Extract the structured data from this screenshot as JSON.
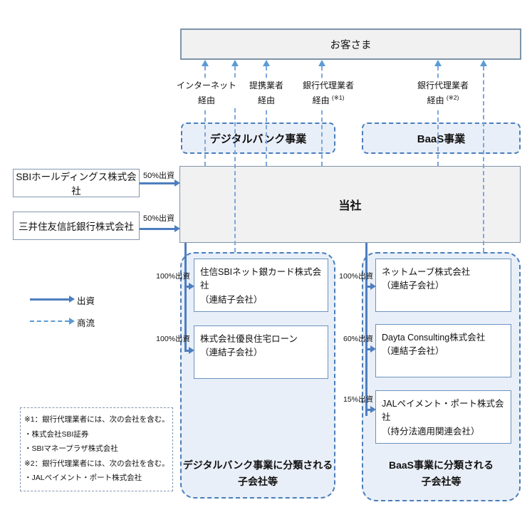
{
  "customer_label": "お客さま",
  "company_label": "当社",
  "channels": [
    {
      "line1": "インターネット",
      "line2": "経由",
      "sup": ""
    },
    {
      "line1": "提携業者",
      "line2": "経由",
      "sup": ""
    },
    {
      "line1": "銀行代理業者",
      "line2": "経由",
      "sup": "(※1)"
    },
    {
      "line1": "銀行代理業者",
      "line2": "経由",
      "sup": "(※2)"
    }
  ],
  "business_units": [
    {
      "label": "デジタルバンク事業"
    },
    {
      "label": "BaaS事業"
    }
  ],
  "shareholders": [
    {
      "name": "SBIホールディングス株式会社",
      "stake": "50%出資"
    },
    {
      "name": "三井住友信託銀行株式会社",
      "stake": "50%出資"
    }
  ],
  "digital_group": {
    "subsidiaries": [
      {
        "stake": "100%出資",
        "name": "住信SBIネット銀カード株式会社",
        "type": "（連結子会社）"
      },
      {
        "stake": "100%出資",
        "name": "株式会社優良住宅ローン",
        "type": "（連結子会社）"
      }
    ],
    "caption_line1": "デジタルバンク事業に分類される",
    "caption_line2": "子会社等"
  },
  "baas_group": {
    "subsidiaries": [
      {
        "stake": "100%出資",
        "name": "ネットムーブ株式会社",
        "type": "（連結子会社）"
      },
      {
        "stake": "60%出資",
        "name": "Dayta Consulting株式会社",
        "type": "（連結子会社）"
      },
      {
        "stake": "15%出資",
        "name": "JALペイメント・ポート株式会社",
        "type": "（持分法適用関連会社）"
      }
    ],
    "caption_line1": "BaaS事業に分類される",
    "caption_line2": "子会社等"
  },
  "legend": [
    {
      "label": "出資",
      "style": "solid"
    },
    {
      "label": "商流",
      "style": "dashed"
    }
  ],
  "notes": [
    "※1：銀行代理業者には、次の会社を含む。",
    "・株式会社SBI証券",
    "・SBIマネープラザ株式会社",
    "※2：銀行代理業者には、次の会社を含む。",
    "・JALペイメント・ポート株式会社"
  ],
  "colors": {
    "solid_arrow": "#4d7ebf",
    "dashed_flow": "#7da7dc",
    "box_border": "#8497b0",
    "dashed_border": "#4a7ebb",
    "gray_fill": "#f1f1f2",
    "blue_fill": "#e9eff8"
  }
}
